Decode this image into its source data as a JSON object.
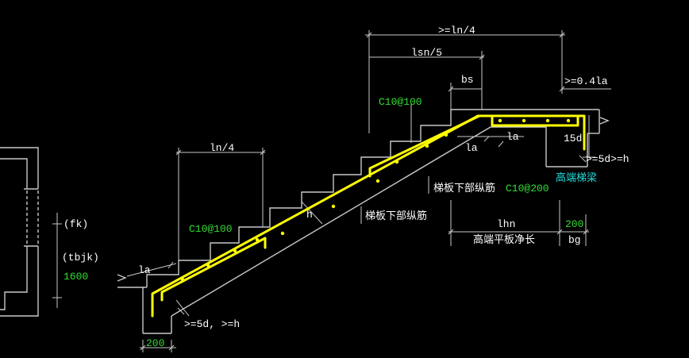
{
  "colors": {
    "background": "#000000",
    "outline": "#c8c8c8",
    "rebar": "#ffff00",
    "dimension_text": "#ffffff",
    "spec_text": "#33dd33",
    "beam_label": "#22dddd"
  },
  "labels": {
    "top_ln4": ">=ln/4",
    "lsn5": "lsn/5",
    "bs": "bs",
    "anchor_04la": ">=0.4la",
    "upper_spec": "C10@100",
    "la_mid_left": "la",
    "la_mid_right": "la",
    "hook_15d": "15d",
    "hook_5d_right": ">=5d>=h",
    "high_beam": "高端梯梁",
    "bottom_bar_spec_prefix": "梯板下部纵筋",
    "bottom_bar_spec_value": "C10@200",
    "lower_ln4": "ln/4",
    "thickness_h": "h",
    "bottom_bar_label": "梯板下部纵筋",
    "lhn": "lhn",
    "dim_200_right": "200",
    "platform_net_length": "高端平板净长",
    "bg": "bg",
    "fk": "(fk)",
    "tbjk": "(tbjk)",
    "dim_1600": "1600",
    "lower_spec": "C10@100",
    "la_low": "la",
    "hook_5d_low": ">=5d, >=h",
    "dim_200_bottom": "200"
  }
}
